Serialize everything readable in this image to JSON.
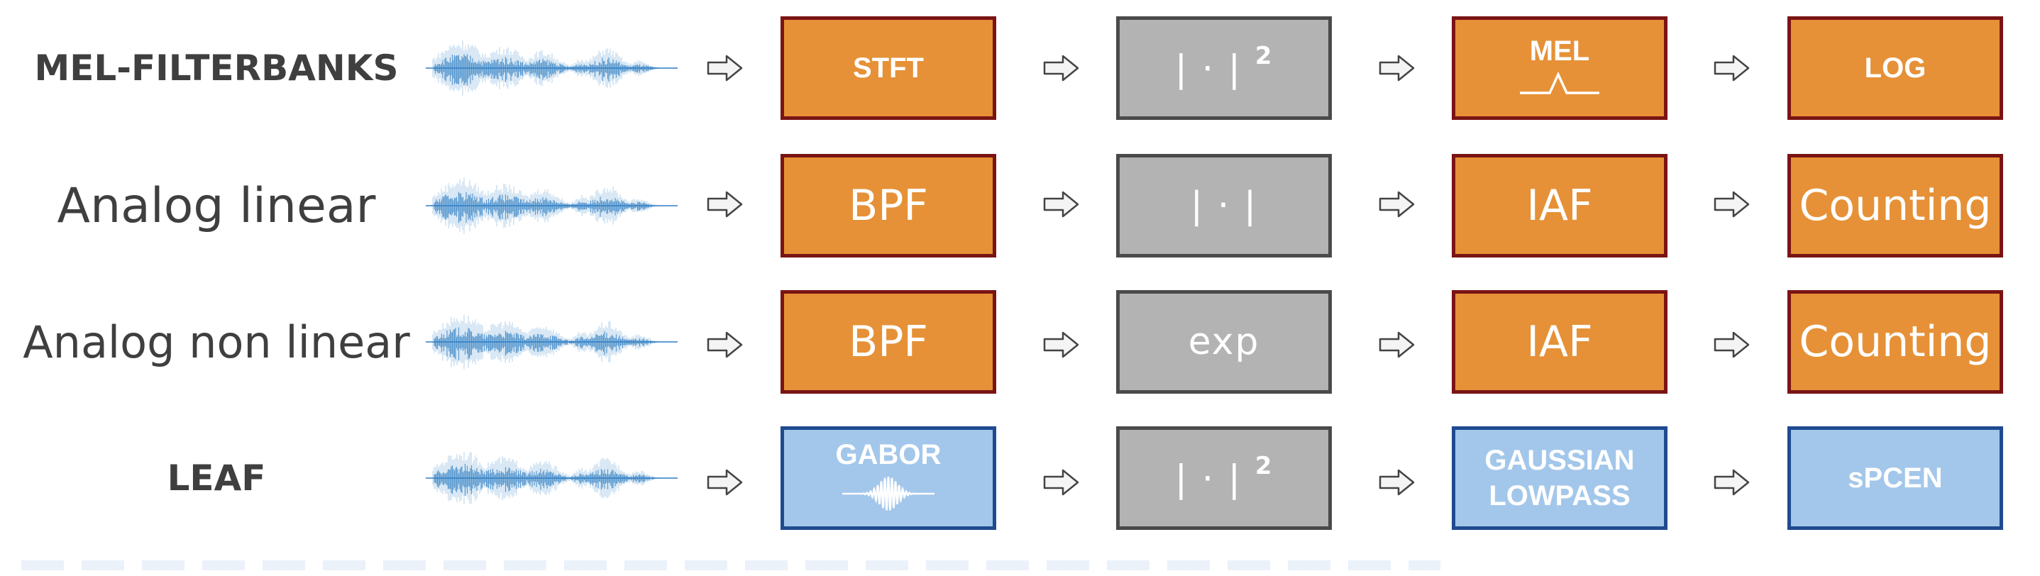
{
  "rows": [
    {
      "label": "MEL-FILTERBANKS",
      "stages": [
        {
          "text": "STFT",
          "style": "orange"
        },
        {
          "text": "| · |",
          "sup": "2",
          "style": "gray"
        },
        {
          "text": "MEL",
          "style": "orange",
          "icon": "mel-triangle-icon"
        },
        {
          "text": "LOG",
          "style": "orange"
        }
      ]
    },
    {
      "label": "Analog linear",
      "stages": [
        {
          "text": "BPF",
          "style": "orange"
        },
        {
          "text": "| · |",
          "style": "gray"
        },
        {
          "text": "IAF",
          "style": "orange"
        },
        {
          "text": "Counting",
          "style": "orange"
        }
      ]
    },
    {
      "label": "Analog non linear",
      "stages": [
        {
          "text": "BPF",
          "style": "orange"
        },
        {
          "text": "exp",
          "style": "gray"
        },
        {
          "text": "IAF",
          "style": "orange"
        },
        {
          "text": "Counting",
          "style": "orange"
        }
      ]
    },
    {
      "label": "LEAF",
      "stages": [
        {
          "text": "GABOR",
          "style": "blue",
          "icon": "gabor-wavelet-icon"
        },
        {
          "text": "| · |",
          "sup": "2",
          "style": "gray"
        },
        {
          "text": "GAUSSIAN",
          "text2": "LOWPASS",
          "style": "blue"
        },
        {
          "text": "sPCEN",
          "style": "blue"
        }
      ]
    }
  ],
  "colors": {
    "orange_fill": "#e69137",
    "orange_border": "#7a1414",
    "gray_fill": "#b3b3b3",
    "gray_border": "#4a4a4a",
    "blue_fill": "#a3c7ea",
    "blue_border": "#1f4a8f",
    "waveform": "#2f7fc4",
    "label_text": "#3f3f3f"
  },
  "icons": [
    "waveform-icon",
    "right-arrow-icon",
    "mel-triangle-icon",
    "gabor-wavelet-icon"
  ]
}
